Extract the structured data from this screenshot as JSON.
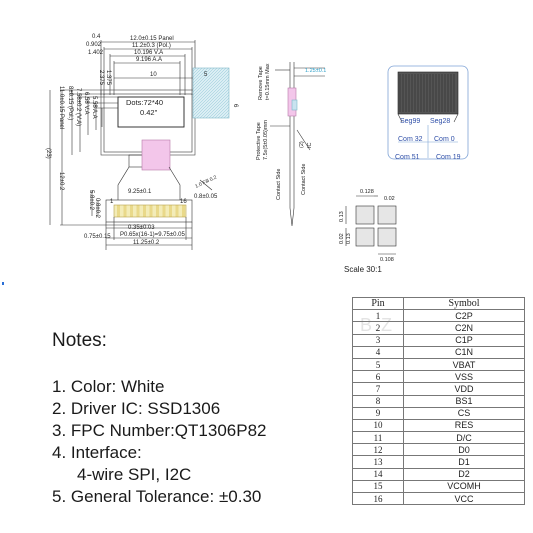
{
  "drawing": {
    "dims": {
      "panel_width": "12.0±0.15 Panel",
      "pol_width": "11.2±0.3 (Pol.)",
      "va_width": "10.196 V.A",
      "aa_width": "9.196 A.A",
      "d_0_4": "0.4",
      "d_0_902": "0.902",
      "d_1_402": "1.402",
      "d_10": "10",
      "d_5": "5",
      "d_1_375": "1.375",
      "d_2_375": "2.375",
      "panel_height": "11.0±0.15 Panel",
      "pol_height": "8±0.15 (Pol.)",
      "va_height": "7.58±0.2 (V.A)",
      "va2": "6.58 V.A",
      "aa_height": "5.58 A.A",
      "total_23": "(23)",
      "total_12": "12±0.2",
      "d_5_8": "5.8±0.2",
      "d_0_8": "0.8±0.2",
      "fpc_9_25": "9.25±0.1",
      "fpc_r": "1.0 Fill 0.2",
      "fpc_0_8": "0.8±0.05",
      "pin1": "1",
      "pin16": "16",
      "pad_0_35": "0.35±0.03",
      "pitch": "P0.65x(16-1)=9.75±0.05",
      "d_0_75": "0.75±0.15",
      "fpc_width": "11.25±0.2",
      "r_6": "6"
    },
    "window": {
      "dots": "Dots:72*40",
      "size": "0.42\""
    },
    "side_view": {
      "remove_tape": "Remove Tape",
      "t_max": "t=0.15mm Max",
      "protect_tape": "Protective Tape",
      "tape_size": "7.5x(5±0.05)mm",
      "contact_side_1": "Contact Side",
      "contact_side_2": "Contact Side",
      "dim_1_25": "1.25±0.1",
      "dim_t": "(2)",
      "ic": "IC"
    },
    "chip_labels": {
      "seg99": "Seg99",
      "seg28": "Seg28",
      "com32": "Com 32",
      "com0": "Com 0",
      "com51": "Com 51",
      "com19": "Com 19"
    },
    "pixel_detail": {
      "d_0_128": "0.128",
      "d_0_02": "0.02",
      "d_0_13_a": "0.13",
      "d_0_13_b": "0.13",
      "d_0_02_b": "0.02",
      "d_0_108": "0.108",
      "scale": "Scale 30:1"
    },
    "watermark": "B.Z"
  },
  "notes": {
    "title": "Notes:",
    "items": [
      "1. Color: White",
      "2. Driver IC: SSD1306",
      "3. FPC Number:QT1306P82",
      "4. Interface:",
      "4-wire SPI, I2C",
      "5. General Tolerance: ±0.30"
    ]
  },
  "pin_table": {
    "headers": [
      "Pin",
      "Symbol"
    ],
    "rows": [
      [
        "1",
        "C2P"
      ],
      [
        "2",
        "C2N"
      ],
      [
        "3",
        "C1P"
      ],
      [
        "4",
        "C1N"
      ],
      [
        "5",
        "VBAT"
      ],
      [
        "6",
        "VSS"
      ],
      [
        "7",
        "VDD"
      ],
      [
        "8",
        "BS1"
      ],
      [
        "9",
        "CS"
      ],
      [
        "10",
        "RES"
      ],
      [
        "11",
        "D/C"
      ],
      [
        "12",
        "D0"
      ],
      [
        "13",
        "D1"
      ],
      [
        "14",
        "D2"
      ],
      [
        "15",
        "VCOMH"
      ],
      [
        "16",
        "VCC"
      ]
    ]
  }
}
